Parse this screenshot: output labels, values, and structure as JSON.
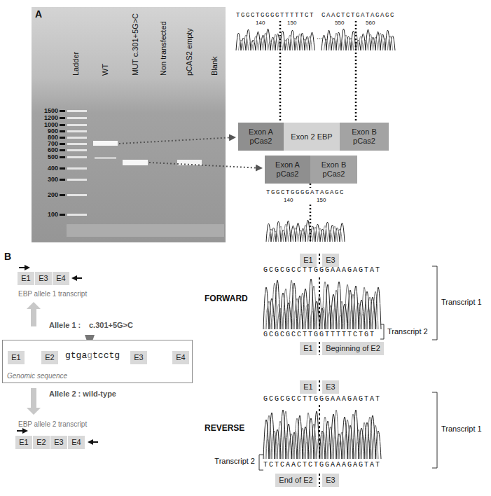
{
  "diagram": {
    "nodes": [
      {
        "text": [
          "Exon A pCas2"
        ]
      },
      {
        "text": [
          "Exon 2 EBP"
        ]
      },
      {
        "text": [
          "Exon B pCas2"
        ]
      },
      {
        "text": [
          "Exon A pCas2"
        ]
      },
      {
        "text": [
          "Exon B pCas2"
        ]
      },
      {
        "text": [
          "E1"
        ]
      },
      {
        "text": [
          "E3"
        ]
      },
      {
        "text": [
          "E4"
        ]
      },
      {
        "text": [
          "Genomic sequence"
        ]
      },
      {
        "text": [
          "E1"
        ],
        "in": 8
      },
      {
        "text": [
          "E2"
        ],
        "in": 8
      },
      {
        "text": [
          "E3"
        ],
        "in": 8
      },
      {
        "text": [
          "E4"
        ],
        "in": 8
      },
      {
        "text": [
          "E1"
        ]
      },
      {
        "text": [
          "E2"
        ]
      },
      {
        "text": [
          "E3"
        ]
      },
      {
        "text": [
          "E4"
        ]
      },
      {
        "text": [
          "E1"
        ]
      },
      {
        "text": [
          "E3"
        ]
      },
      {
        "text": [
          "E1"
        ]
      },
      {
        "text": [
          "Beginning of E2"
        ]
      },
      {
        "text": [
          "E1"
        ]
      },
      {
        "text": [
          "E3"
        ]
      },
      {
        "text": [
          "End of E2"
        ]
      },
      {
        "text": [
          "E3"
        ]
      }
    ],
    "labels": [
      "A",
      "Ladder",
      "WT",
      "MUT c.301+5G>C",
      "Non transfected",
      "pCAS2 empty",
      "Blank",
      "1500",
      "1200",
      "1000",
      "900",
      "800",
      "700",
      "600",
      "500",
      "400",
      "300",
      "200",
      "100",
      "TGGCTGGGGTTTTTCT",
      "140",
      "150",
      "...",
      "CAACTCTGATAGAGC",
      "550",
      "560",
      "TGGCTGGGGATAGAGC",
      "140",
      "150",
      "B",
      "EBP allele 1 transcript",
      "Allele 1 :",
      "c.301+5G>C",
      "gtga",
      "g",
      "tcctg",
      "Allele 2 : wild-type",
      "EBP allele 2 transcript",
      "FORWARD",
      "GCGCGCCTTGGGAAAGAGTAT",
      "GCGCGCCTTGGTTTTTCTGT",
      "Transcript 1",
      "Transcript 2",
      "REVERSE",
      "GCGCGCCTTGGGAAAGAGTAT",
      "TCTCAACTCTGGAAAGAGTAT",
      "Transcript 2",
      "Transcript 1"
    ]
  }
}
